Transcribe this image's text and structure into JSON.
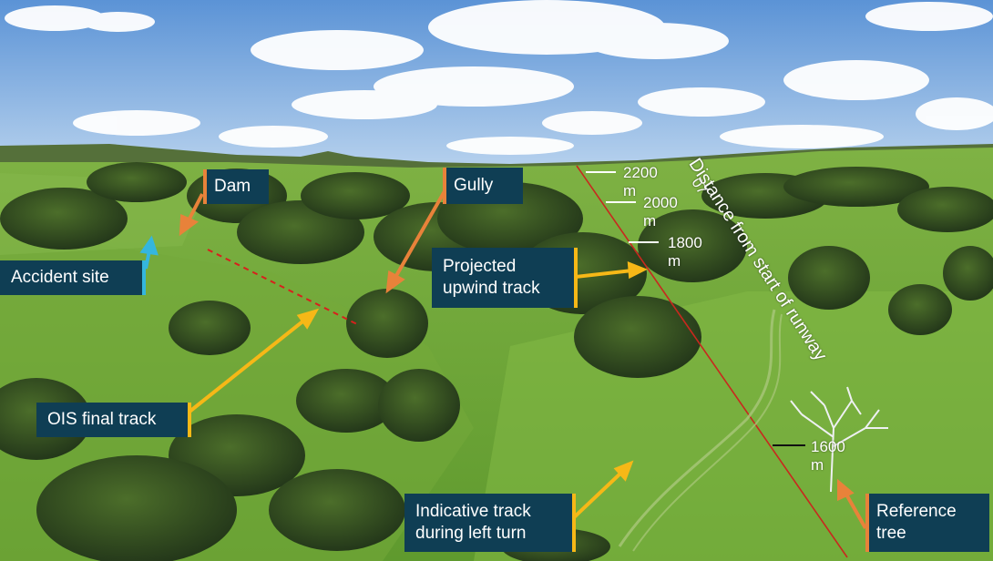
{
  "labels": {
    "dam": "Dam",
    "accident_site": "Accident site",
    "gully": "Gully",
    "projected_upwind_track": "Projected\nupwind track",
    "ois_final_track": "OIS final track",
    "indicative_track": "Indicative track\nduring left turn",
    "reference_tree": "Reference\ntree"
  },
  "distances": {
    "d2200": "2200\nm",
    "d2000": "2000\nm",
    "d1800": "1800\nm",
    "d1600": "1600\nm",
    "runway_number": "07",
    "axis_title": "Distance from start of runway"
  },
  "colors": {
    "label_bg": "#0f3e54",
    "orange": "#e8823a",
    "yellow": "#f6b817",
    "cyan": "#35b6de",
    "track_red": "#c8281e"
  }
}
